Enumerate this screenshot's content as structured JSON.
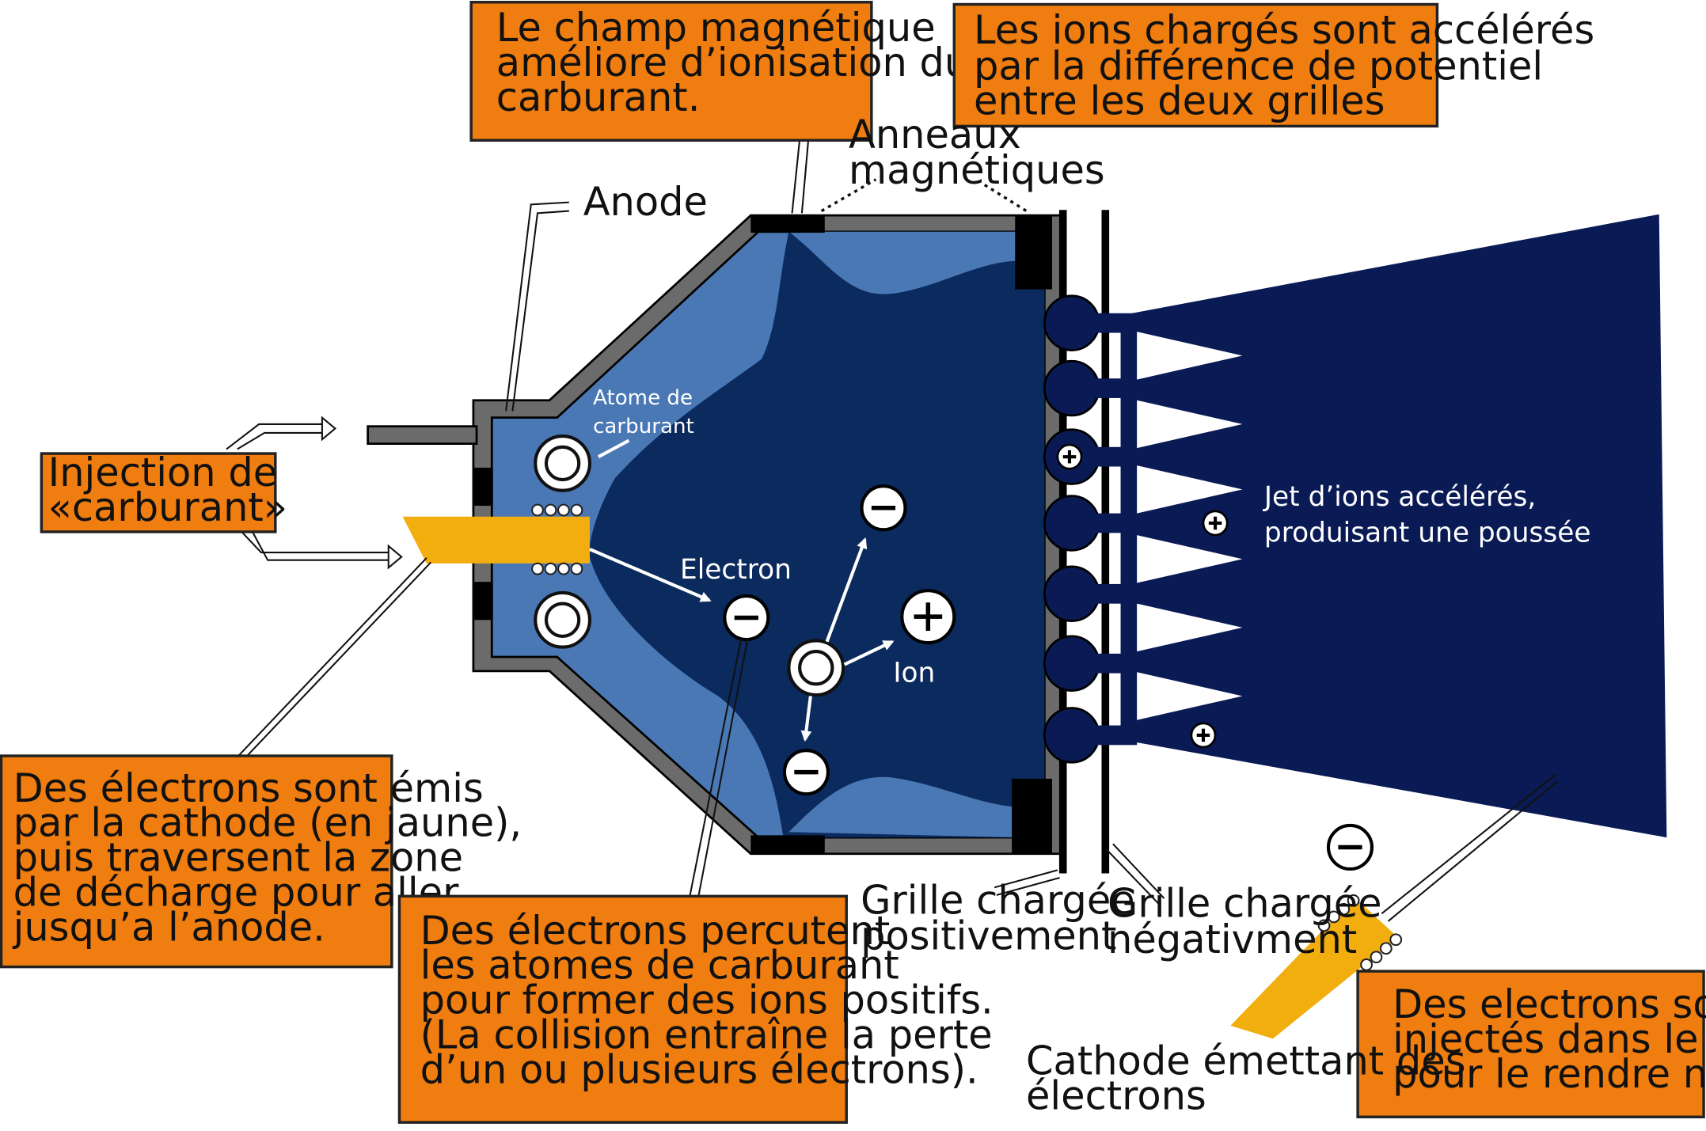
{
  "colors": {
    "orange_box": "#f07d10",
    "chamber_light": "#4a78b5",
    "chamber_dark": "#0b2a5e",
    "jet": "#0a1a55",
    "cathode_yellow": "#f2ae0f",
    "wall_gray": "#6b6b6b"
  },
  "callouts": {
    "magnetic_field": [
      "Le champ magnétique",
      "améliore d’ionisation du",
      "carburant."
    ],
    "ions_accelerated": [
      "Les ions chargés sont accélérés",
      "par la différence de potentiel",
      "entre les deux grilles"
    ],
    "fuel_injection": [
      "Injection de",
      "«carburant»"
    ],
    "electrons_emitted": [
      "Des électrons sont émis",
      "par la cathode (en jaune),",
      "puis traversent la zone",
      "de décharge pour aller",
      "jusqu’a l’anode."
    ],
    "electrons_collide": [
      "Des électrons percutent",
      "les atomes de carburant",
      "pour former des ions positifs.",
      "(La collision entraîne la perte",
      "d’un ou plusieurs électrons)."
    ],
    "electrons_injected": [
      "Des electrons sont",
      "injectés dans le jet",
      "pour le rendre neutre"
    ]
  },
  "labels": {
    "anode": "Anode",
    "magnetic_rings": [
      "Anneaux",
      "magnétiques"
    ],
    "fuel_atom": [
      "Atome de",
      "carburant"
    ],
    "electron": "Electron",
    "ion": "Ion",
    "jet": [
      "Jet d’ions accélérés,",
      "produisant une poussée"
    ],
    "positive_grid": [
      "Grille chargée",
      "positivement"
    ],
    "negative_grid": [
      "Grille chargée",
      "négativment"
    ],
    "cathode": [
      "Cathode émettant des",
      "électrons"
    ]
  },
  "symbols": {
    "minus": "−",
    "plus": "+"
  }
}
